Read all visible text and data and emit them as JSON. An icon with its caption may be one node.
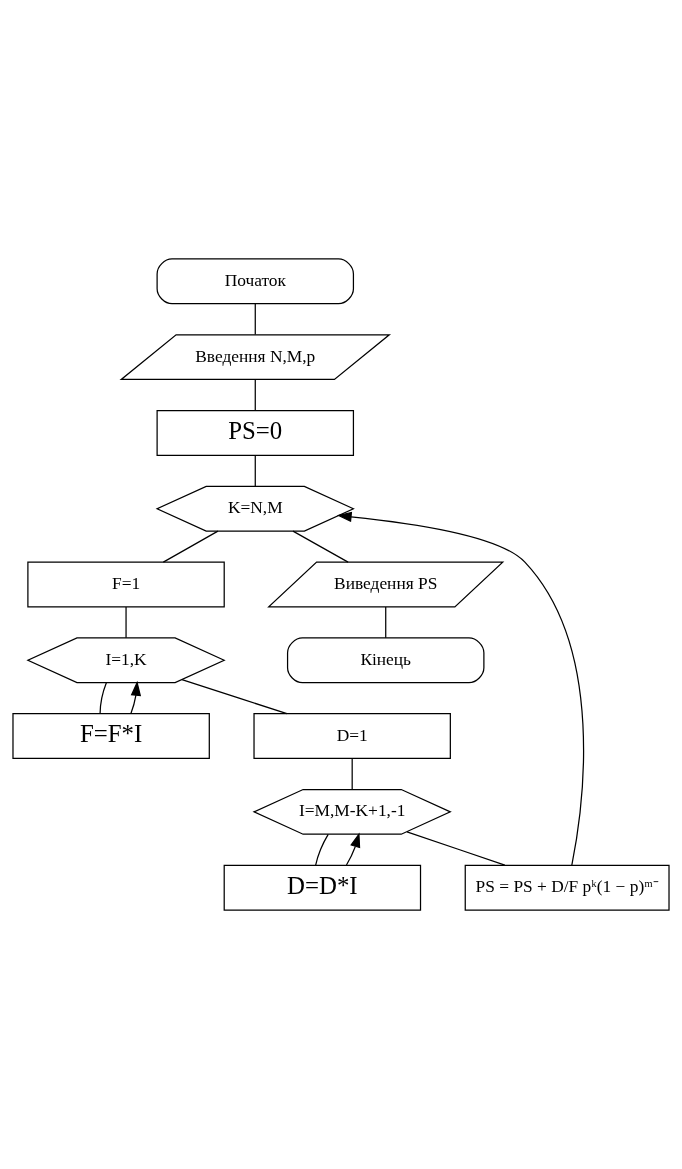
{
  "diagram": {
    "nodes": [
      {
        "text": [
          "Початок"
        ]
      },
      {
        "text": [
          "Введення N,M,p"
        ]
      },
      {
        "text": [
          "PS=0"
        ]
      },
      {
        "text": [
          "K=N,M"
        ]
      },
      {
        "text": [
          "F=1"
        ]
      },
      {
        "text": [
          "I=1,K"
        ]
      },
      {
        "text": [
          "F=F*I"
        ]
      },
      {
        "text": [
          "D=1"
        ]
      },
      {
        "text": [
          "I=M,M-K+1,-1"
        ]
      },
      {
        "text": [
          "D=D*I"
        ]
      },
      {
        "text": [
          "PS = PS + D/F pᵏ(1 − p)ᵐ⁻"
        ]
      },
      {
        "text": [
          "Виведення PS"
        ]
      },
      {
        "text": [
          "Кінець"
        ]
      }
    ],
    "edges": [
      {
        "from": 0,
        "to": 1,
        "arrow": "none"
      },
      {
        "from": 1,
        "to": 2,
        "arrow": "none"
      },
      {
        "from": 2,
        "to": 3,
        "arrow": "none"
      },
      {
        "from": 3,
        "to": 4,
        "arrow": "none"
      },
      {
        "from": 4,
        "to": 5,
        "arrow": "none"
      },
      {
        "from": 5,
        "to": 6,
        "arrow": "none"
      },
      {
        "from": 6,
        "to": 5,
        "arrow": "to"
      },
      {
        "from": 5,
        "to": 7,
        "arrow": "none"
      },
      {
        "from": 7,
        "to": 8,
        "arrow": "none"
      },
      {
        "from": 8,
        "to": 9,
        "arrow": "none"
      },
      {
        "from": 9,
        "to": 8,
        "arrow": "to"
      },
      {
        "from": 8,
        "to": 10,
        "arrow": "none"
      },
      {
        "from": 10,
        "to": 3,
        "arrow": "to"
      },
      {
        "from": 3,
        "to": 11,
        "arrow": "none"
      },
      {
        "from": 11,
        "to": 12,
        "arrow": "none"
      }
    ]
  }
}
